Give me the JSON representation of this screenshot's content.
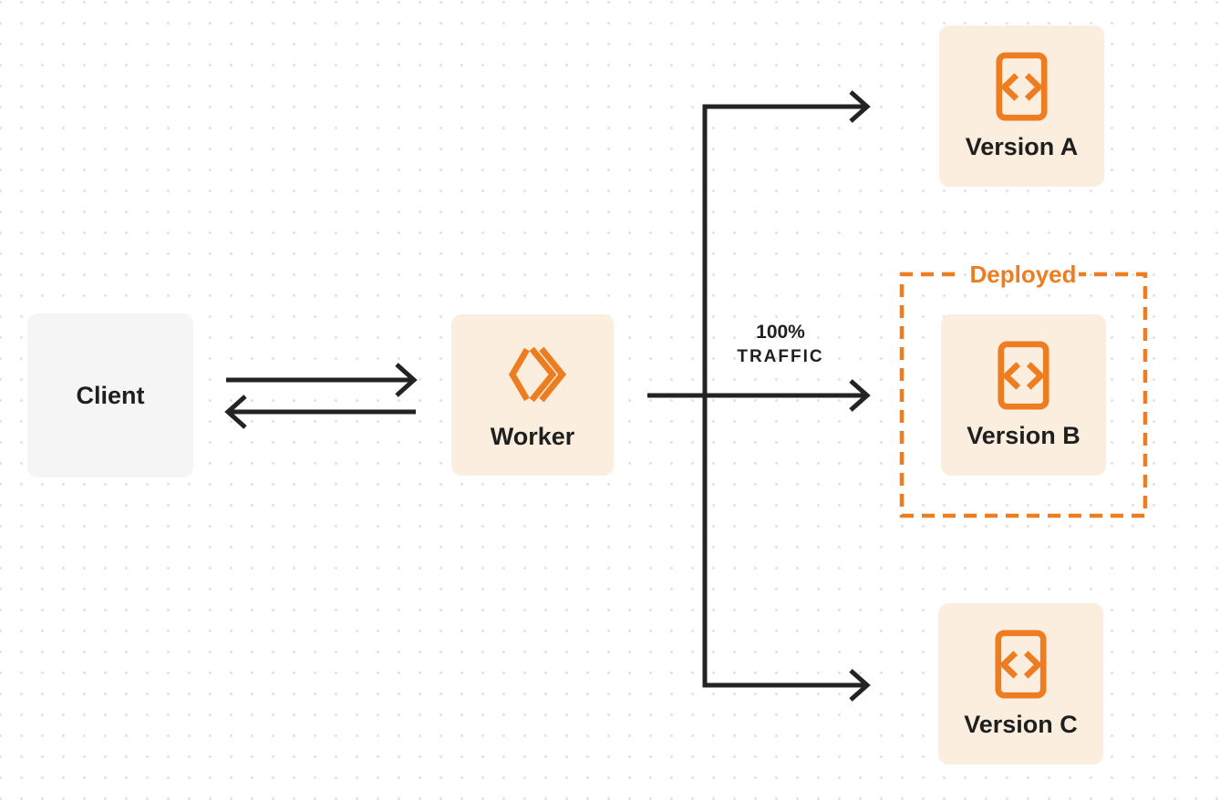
{
  "colors": {
    "accent_orange": "#EE7D22",
    "connector_dark": "#232323",
    "node_cream": "#FBEEDE",
    "node_gray": "#F5F5F6",
    "dot_grid": "#E2E2E4",
    "canvas_bg": "#FFFFFF",
    "label_dark": "#1F1F1F"
  },
  "nodes": {
    "client": {
      "label": "Client"
    },
    "worker": {
      "label": "Worker",
      "icon": "cloudflare-workers-logo-icon"
    },
    "version_a": {
      "label": "Version A",
      "icon": "code-file-icon"
    },
    "version_b": {
      "label": "Version B",
      "icon": "code-file-icon"
    },
    "version_c": {
      "label": "Version C",
      "icon": "code-file-icon"
    }
  },
  "annotations": {
    "deployed_label": "Deployed",
    "traffic_label_line1": "100%",
    "traffic_label_line2": "TRAFFIC"
  }
}
